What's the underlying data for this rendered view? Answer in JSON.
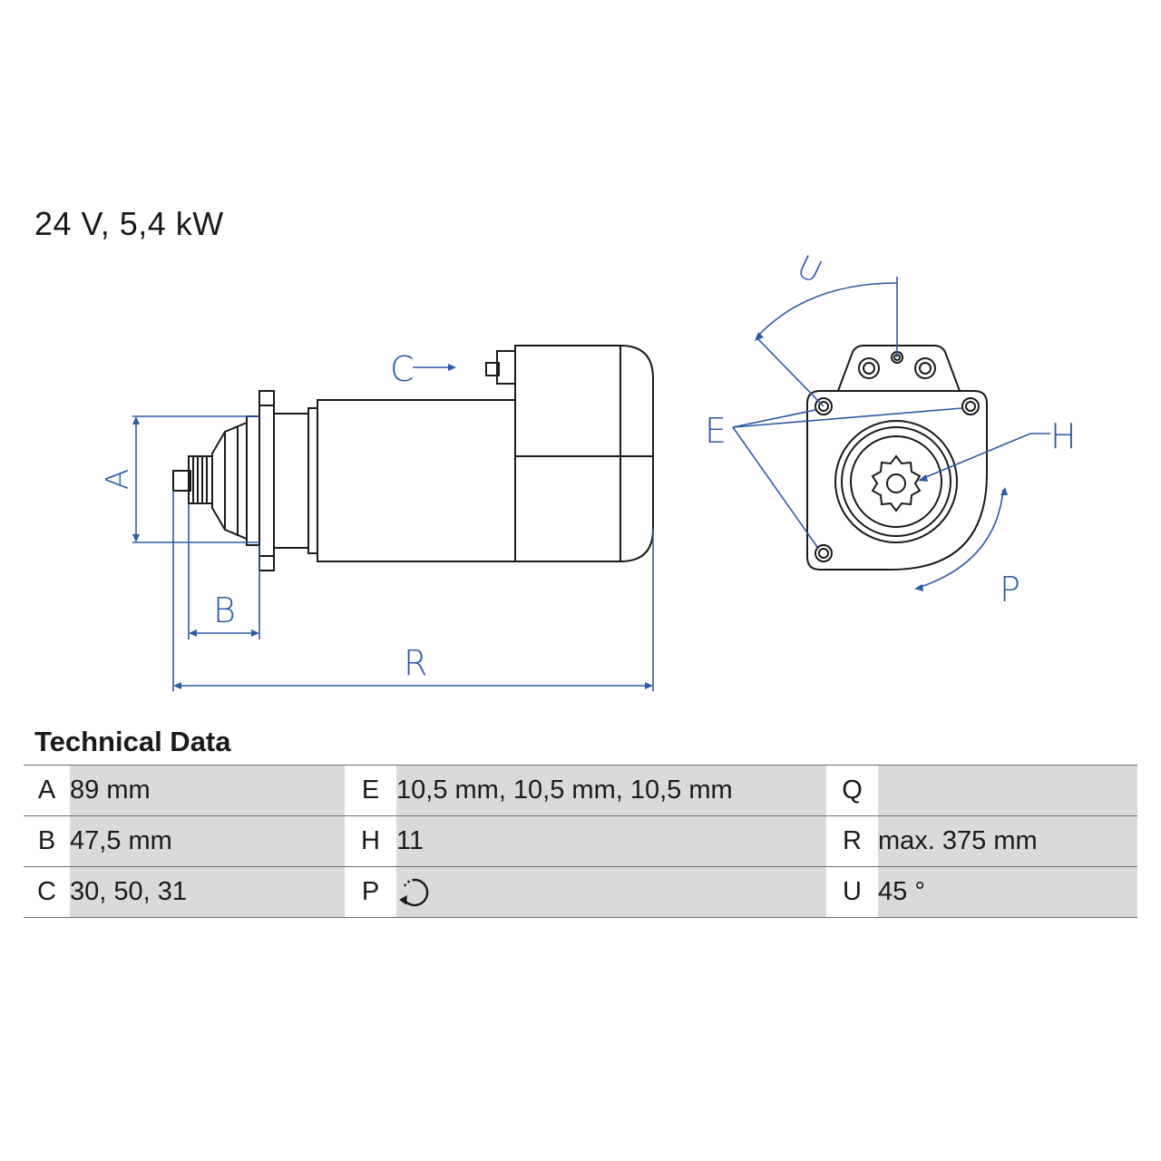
{
  "spec_title": "24 V, 5,4 kW",
  "drawing_labels": {
    "A": "A",
    "B": "B",
    "C": "C",
    "R": "R",
    "E": "E",
    "H": "H",
    "P": "P",
    "U": "U"
  },
  "technical_data": {
    "title": "Technical Data",
    "rows": [
      [
        {
          "key": "A",
          "value": "89 mm"
        },
        {
          "key": "E",
          "value": "10,5 mm, 10,5 mm, 10,5 mm"
        },
        {
          "key": "Q",
          "value": ""
        }
      ],
      [
        {
          "key": "B",
          "value": "47,5 mm"
        },
        {
          "key": "H",
          "value": "11"
        },
        {
          "key": "R",
          "value": "max. 375 mm"
        }
      ],
      [
        {
          "key": "C",
          "value": "30, 50, 31"
        },
        {
          "key": "P",
          "value": "",
          "icon": "counterclockwise-rotation-icon"
        },
        {
          "key": "U",
          "value": "45 °"
        }
      ]
    ]
  },
  "colors": {
    "line": "#1a1a1a",
    "dimension": "#2d5aa5",
    "cell_bg": "#dadada",
    "rule": "#6e6e6e"
  }
}
